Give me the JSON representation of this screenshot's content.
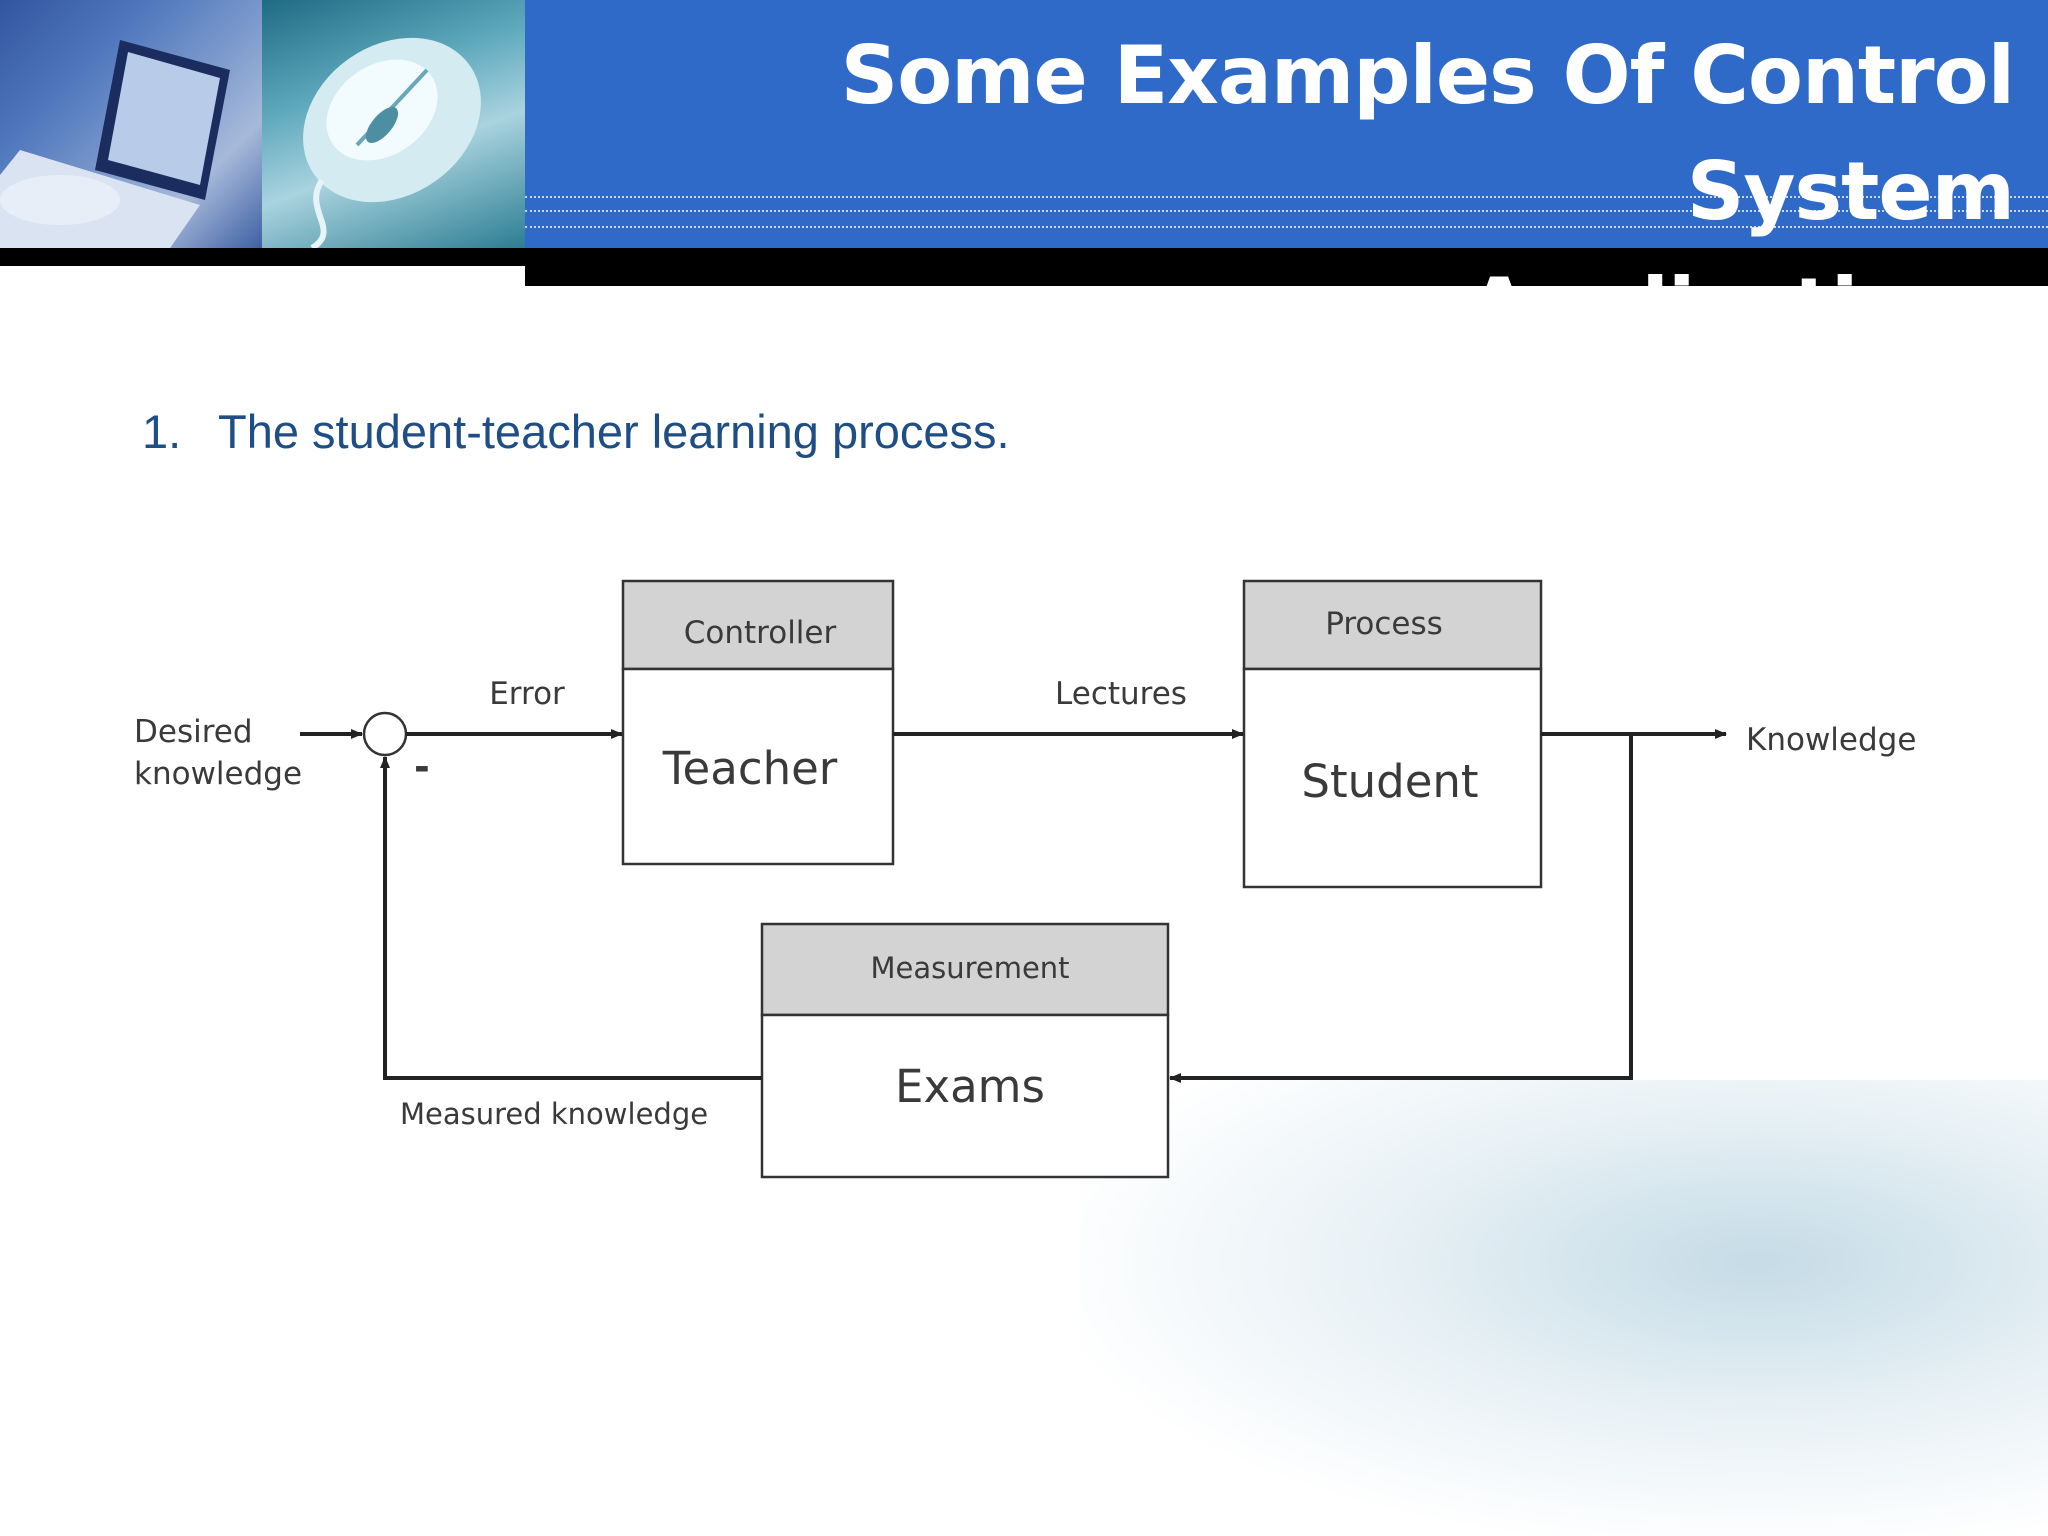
{
  "slide": {
    "title_line1": "Some Examples Of Control System",
    "title_line2": "Applications",
    "bullet_number": "1.",
    "bullet_text": "The student-teacher learning process."
  },
  "diagram": {
    "input_label_line1": "Desired",
    "input_label_line2": "knowledge",
    "sum_sign": "-",
    "error_label": "Error",
    "lectures_label": "Lectures",
    "output_label": "Knowledge",
    "feedback_label": "Measured knowledge",
    "controller": {
      "header": "Controller",
      "body": "Teacher"
    },
    "process": {
      "header": "Process",
      "body": "Student"
    },
    "measurement": {
      "header": "Measurement",
      "body": "Exams"
    }
  },
  "colors": {
    "header_blue": "#2f6ac8",
    "bullet_blue": "#1f4e87",
    "block_header_gray": "#d3d3d3"
  }
}
